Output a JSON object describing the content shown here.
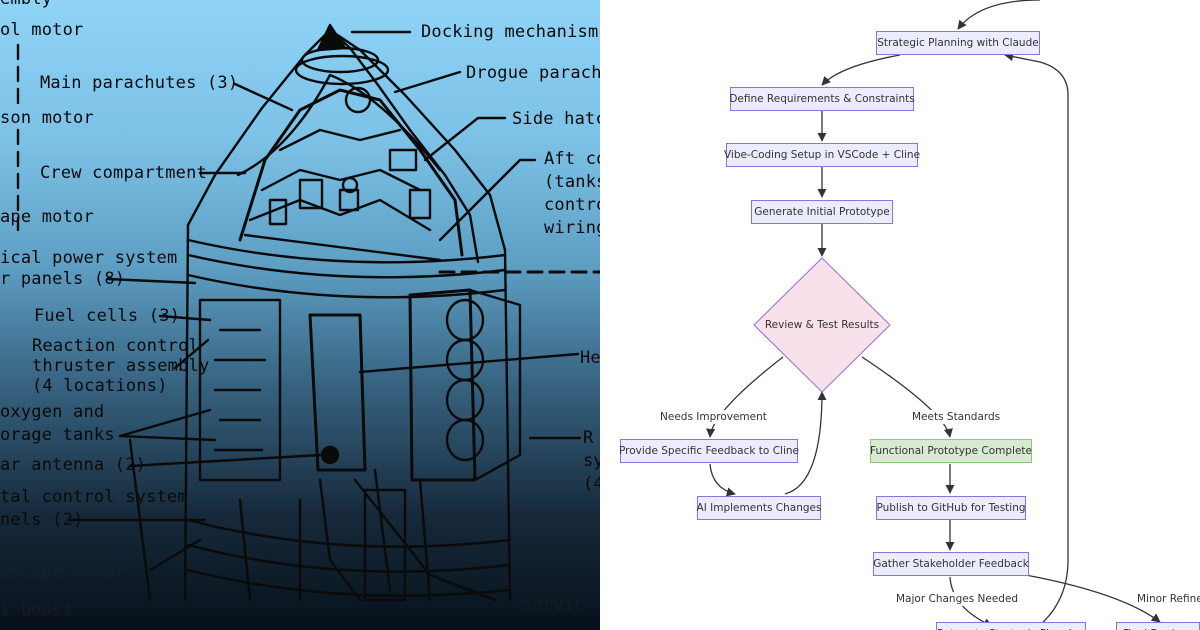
{
  "illustration": {
    "labels": {
      "assembly": "embly",
      "control_motor": "ol motor",
      "main_parachutes": "Main parachutes (3)",
      "jettison_motor": "son motor",
      "crew_compartment": "Crew compartment",
      "escape_motor": "ape motor",
      "electrical_power": "ical power system",
      "radiator_panels": "r panels (8)",
      "fuel_cells": "Fuel cells (3)",
      "reaction_control_1": "Reaction control",
      "reaction_control_2": "thruster assembly",
      "reaction_control_3": "(4 locations)",
      "oxygen_1": "oxygen and",
      "oxygen_2": "orage tanks",
      "antenna": "ar antenna (2)",
      "environmental_1": "tal control system",
      "environmental_2": "nels (2)",
      "escape_tower": "escape tower",
      "boost": "l boost",
      "docking": "Docking mechanism",
      "drogue": "Drogue parachut",
      "side_hatch": "Side hatch",
      "aft_1": "Aft co",
      "aft_2": "(tanks,",
      "aft_3": "control",
      "aft_4": "wiring,",
      "he": "He",
      "re_1": "R",
      "re_2": "sy",
      "re_3": "(4",
      "service": "Servic"
    }
  },
  "flowchart": {
    "nodes": {
      "strategic_planning": "Strategic Planning with Claude",
      "define_requirements": "Define Requirements & Constraints",
      "vibe_setup": "Vibe-Coding Setup in VSCode + Cline",
      "generate_prototype": "Generate Initial Prototype",
      "review": "Review & Test Results",
      "provide_feedback": "Provide Specific Feedback to Cline",
      "ai_implements": "AI Implements Changes",
      "functional_complete": "Functional Prototype Complete",
      "publish_github": "Publish to GitHub for Testing",
      "gather_feedback": "Gather Stakeholder Feedback",
      "bottom_left_partial": "Return to Strategic Planning",
      "bottom_right_partial": "Final Deployment"
    },
    "edge_labels": {
      "needs_improvement": "Needs Improvement",
      "meets_standards": "Meets Standards",
      "major_changes": "Major Changes Needed",
      "minor_refinements": "Minor Refinements"
    },
    "colors": {
      "node_fill": "#ececff",
      "node_border": "#9370db",
      "decision_fill": "#f8e1ea",
      "complete_fill": "#d9ead3",
      "complete_border": "#93c47d",
      "edge": "#333333"
    }
  }
}
